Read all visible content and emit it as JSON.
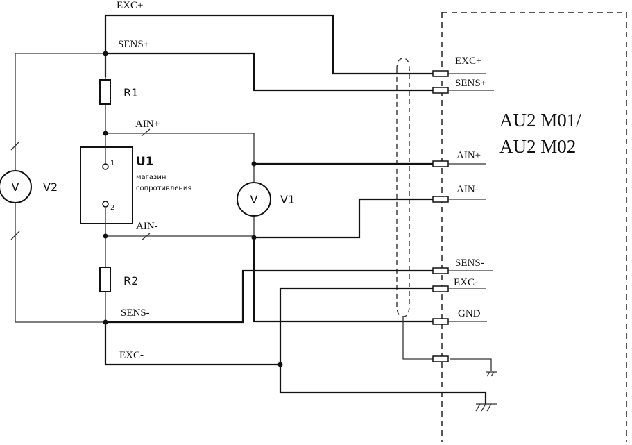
{
  "wire_labels": {
    "exc_plus": "EXC+",
    "sens_plus": "SENS+",
    "ain_plus": "AIN+",
    "ain_minus": "AIN-",
    "sens_minus": "SENS-",
    "exc_minus": "EXC-"
  },
  "terminal_labels": {
    "exc_plus": "EXC+",
    "sens_plus": "SENS+",
    "ain_plus": "AIN+",
    "ain_minus": "AIN-",
    "sens_minus": "SENS-",
    "exc_minus": "EXC-",
    "gnd": "GND"
  },
  "components": {
    "r1": "R1",
    "r2": "R2",
    "u1": "U1",
    "u1_desc_line1": "магазин",
    "u1_desc_line2": "сопротивления",
    "u1_pin1": "1",
    "u1_pin2": "2",
    "v1": "V1",
    "v2": "V2",
    "meter_symbol": "V"
  },
  "device": {
    "line1": "AU2 M01/",
    "line2": "AU2 M02"
  }
}
